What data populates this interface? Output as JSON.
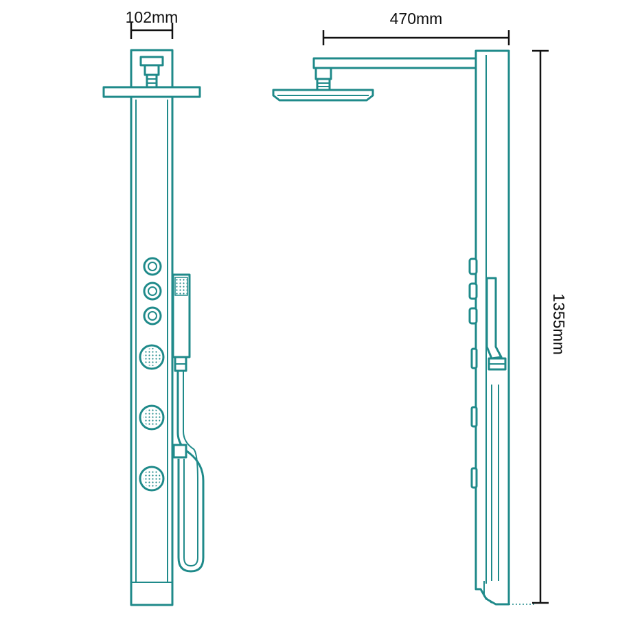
{
  "colors": {
    "outline": "#1f8a8a",
    "dimension": "#111111",
    "background": "#ffffff"
  },
  "dimensions": {
    "width": "102mm",
    "reach": "470mm",
    "height": "1355mm"
  },
  "views": {
    "front": {
      "control_knobs": 3,
      "body_jets": 3
    },
    "side": {
      "control_knobs": 3,
      "body_jets": 3
    }
  }
}
